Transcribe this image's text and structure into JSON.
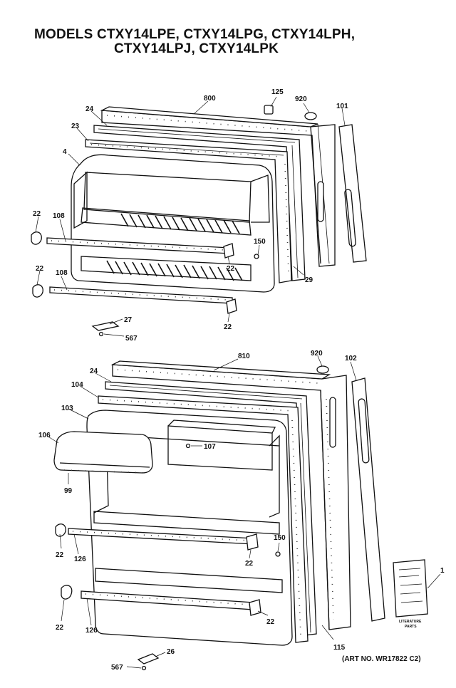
{
  "header": {
    "title_line1": "MODELS CTXY14LPE, CTXY14LPG, CTXY14LPH,",
    "title_line2": "CTXY14LPJ, CTXY14LPK"
  },
  "art_number": "(ART NO. WR17822 C2)",
  "literature": {
    "line1": "LITERATURE",
    "line2": "PARTS"
  },
  "callouts": {
    "c800": "800",
    "c125": "125",
    "c920a": "920",
    "c101": "101",
    "c24a": "24",
    "c23": "23",
    "c4": "4",
    "c22a": "22",
    "c108a": "108",
    "c150a": "150",
    "c22b": "22",
    "c29": "29",
    "c22c": "22",
    "c108b": "108",
    "c22d": "22",
    "c27": "27",
    "c567a": "567",
    "c810": "810",
    "c920b": "920",
    "c102": "102",
    "c24b": "24",
    "c104": "104",
    "c103": "103",
    "c106": "106",
    "c107": "107",
    "c99": "99",
    "c22e": "22",
    "c126a": "126",
    "c150b": "150",
    "c22f": "22",
    "c22g": "22",
    "c126b": "126",
    "c22h": "22",
    "c115": "115",
    "c1": "1",
    "c567b": "567",
    "c26": "26"
  }
}
